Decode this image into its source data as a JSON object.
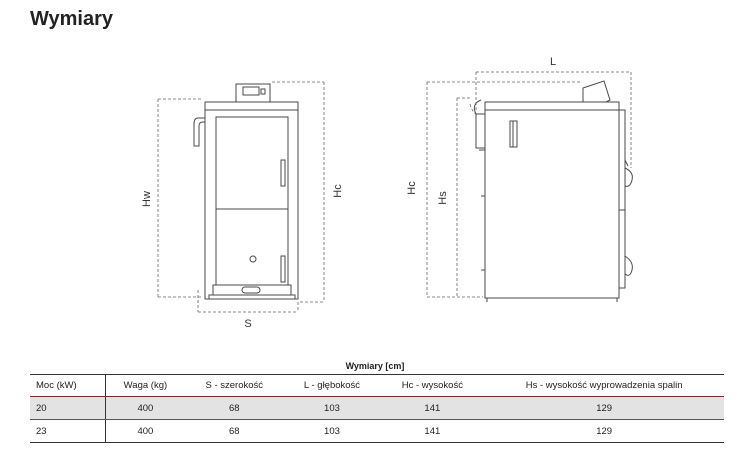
{
  "page_title": "Wymiary",
  "dimensions": {
    "Hw": "Hw",
    "Hc": "Hc",
    "S": "S",
    "L": "L",
    "Hs": "Hs"
  },
  "table": {
    "caption": "Wymiary [cm]",
    "headers": [
      "Moc (kW)",
      "Waga (kg)",
      "S - szerokość",
      "L - głębokość",
      "Hc - wysokość",
      "Hs - wysokość wyprowadzenia spalin"
    ],
    "rows": [
      [
        "20",
        "400",
        "68",
        "103",
        "141",
        "129"
      ],
      [
        "23",
        "400",
        "68",
        "103",
        "141",
        "129"
      ]
    ]
  },
  "colors": {
    "accent_line": "#b5121b",
    "row_shade": "#e3e3e3"
  }
}
